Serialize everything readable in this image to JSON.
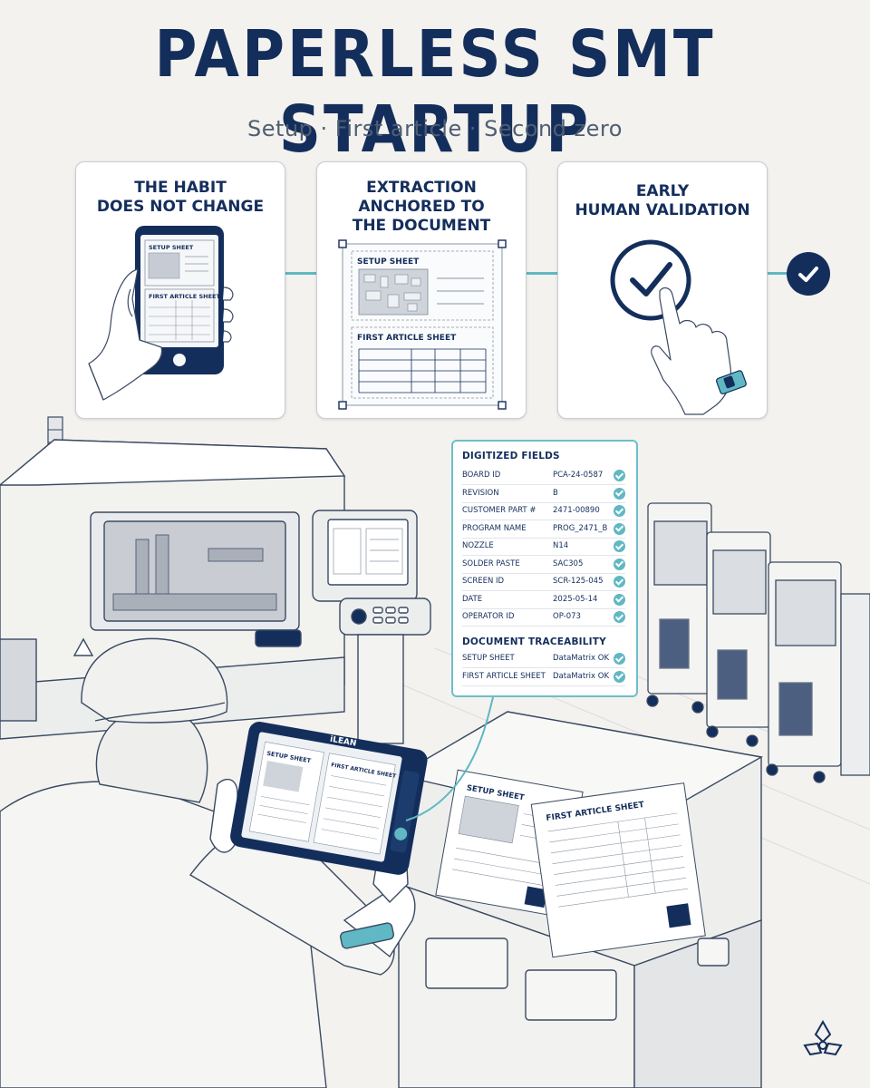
{
  "header": {
    "title": "PAPERLESS SMT STARTUP",
    "subtitle": "Setup · First article · Second zero"
  },
  "steps": [
    {
      "title": "THE HABIT\nDOES NOT CHANGE",
      "doc1": "SETUP SHEET",
      "doc2": "FIRST ARTICLE SHEET"
    },
    {
      "title": "EXTRACTION\nANCHORED TO\nTHE DOCUMENT",
      "doc1": "SETUP SHEET",
      "doc2": "FIRST ARTICLE SHEET"
    },
    {
      "title": "EARLY\nHUMAN VALIDATION"
    }
  ],
  "panel": {
    "heading": "DIGITIZED FIELDS",
    "fields": [
      {
        "label": "BOARD ID",
        "value": "PCA-24-0587"
      },
      {
        "label": "REVISION",
        "value": "B"
      },
      {
        "label": "CUSTOMER PART #",
        "value": "2471-00890"
      },
      {
        "label": "PROGRAM NAME",
        "value": "PROG_2471_B"
      },
      {
        "label": "NOZZLE",
        "value": "N14"
      },
      {
        "label": "SOLDER PASTE",
        "value": "SAC305"
      },
      {
        "label": "SCREEN ID",
        "value": "SCR-125-045"
      },
      {
        "label": "DATE",
        "value": "2025-05-14"
      },
      {
        "label": "OPERATOR ID",
        "value": "OP-073"
      }
    ],
    "traceability_heading": "DOCUMENT TRACEABILITY",
    "traceability": [
      {
        "label": "SETUP SHEET",
        "value": "DataMatrix OK"
      },
      {
        "label": "FIRST ARTICLE SHEET",
        "value": "DataMatrix OK"
      }
    ]
  },
  "scene": {
    "tablet_brand": "iLEAN",
    "tablet_doc1": "SETUP SHEET",
    "tablet_doc2": "FIRST ARTICLE SHEET",
    "desk_doc1": "SETUP SHEET",
    "desk_doc2": "FIRST ARTICLE SHEET"
  },
  "colors": {
    "navy": "#142e5c",
    "teal": "#5fb8c3",
    "background": "#f3f2ee"
  },
  "icons": [
    "check-icon",
    "smartphone-icon",
    "hand-icon",
    "pointing-finger-icon",
    "watch-icon",
    "logo-icon"
  ]
}
